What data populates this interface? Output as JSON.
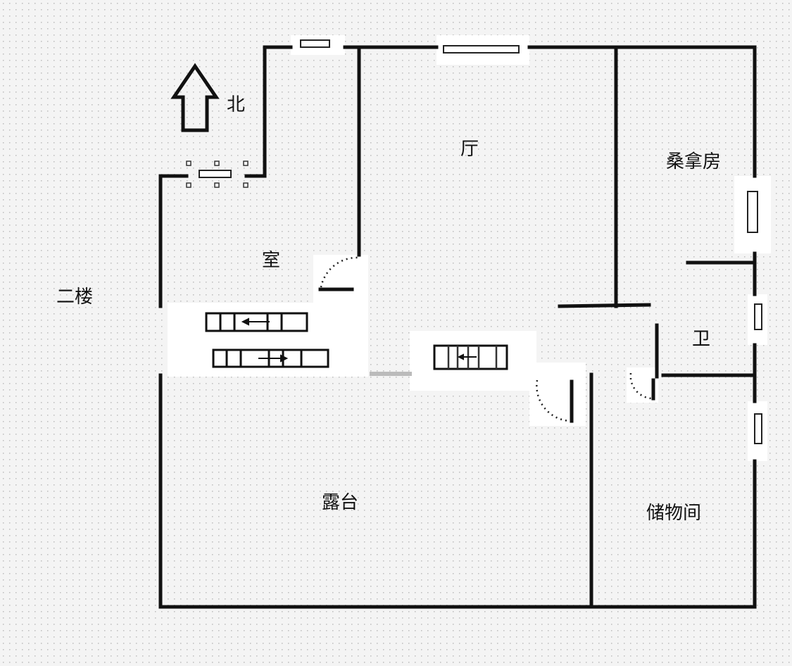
{
  "rooms": {
    "north": "北",
    "hall": "厅",
    "sauna": "桑拿房",
    "room": "室",
    "second_floor": "二楼",
    "bathroom": "卫",
    "terrace": "露台",
    "storage": "储物间"
  },
  "colors": {
    "wall": "#111111",
    "background": "#f4f4f4",
    "dots": "#bdbdbd"
  }
}
